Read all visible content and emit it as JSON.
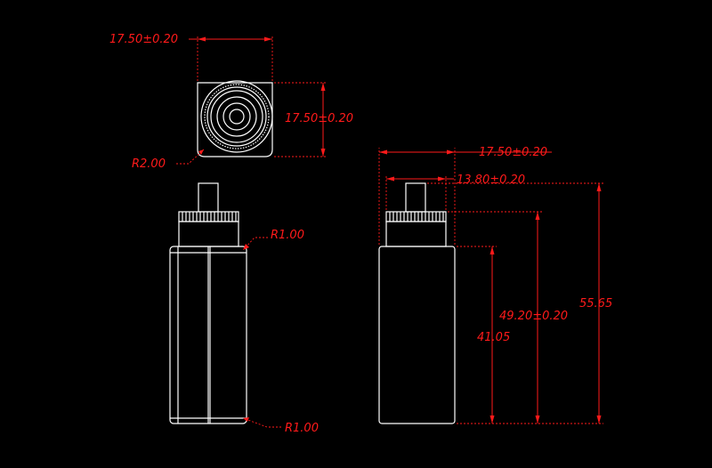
{
  "colors": {
    "background": "#000000",
    "outline": "#ffffff",
    "dimension": "#ff1a1a"
  },
  "dimensions": {
    "top_width": "17.50±0.20",
    "top_height": "17.50±0.20",
    "top_corner_radius": "R2.00",
    "front_top_radius": "R1.00",
    "front_bottom_radius": "R1.00",
    "side_width": "17.50±0.20",
    "side_nozzle_width": "13.80±0.20",
    "body_height": "41.05",
    "shoulder_height": "49.20±0.20",
    "total_height": "55.65"
  }
}
